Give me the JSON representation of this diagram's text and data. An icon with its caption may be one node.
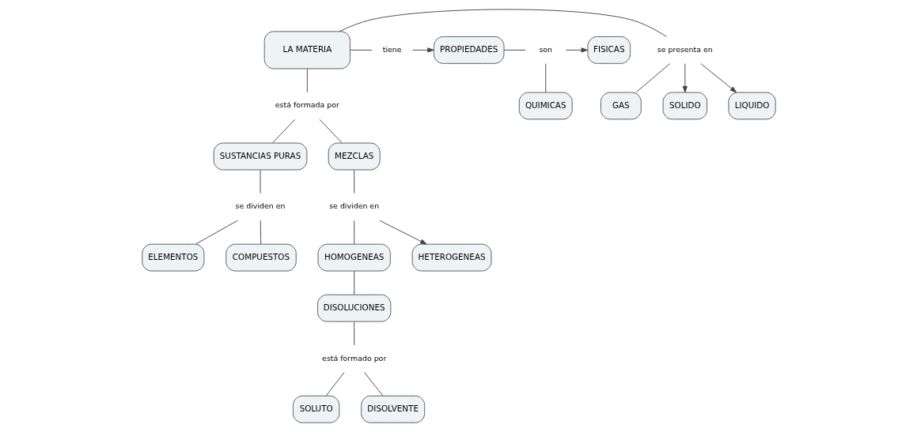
{
  "diagram": {
    "nodes": [
      {
        "text": [
          "SOLIDO"
        ]
      },
      {
        "text": [
          "se presenta en"
        ]
      },
      {
        "text": [
          "LA MATERIA"
        ]
      },
      {
        "text": [
          "tiene"
        ]
      },
      {
        "text": [
          "PROPIEDADES"
        ]
      },
      {
        "text": [
          "son"
        ]
      },
      {
        "text": [
          "FISICAS"
        ]
      },
      {
        "text": [
          "LIQUIDO"
        ]
      },
      {
        "text": [
          "QUIMICAS"
        ]
      },
      {
        "text": [
          "GAS"
        ]
      },
      {
        "text": [
          "está formada por"
        ]
      },
      {
        "text": [
          "SUSTANCIAS PURAS"
        ]
      },
      {
        "text": [
          "MEZCLAS"
        ]
      },
      {
        "text": [
          "se dividen en"
        ]
      },
      {
        "text": [
          "se dividen en"
        ]
      },
      {
        "text": [
          "ELEMENTOS"
        ]
      },
      {
        "text": [
          "COMPUESTOS"
        ]
      },
      {
        "text": [
          "HOMOGENEAS"
        ]
      },
      {
        "text": [
          "HETEROGENEAS"
        ]
      },
      {
        "text": [
          "DISOLUCIONES"
        ]
      },
      {
        "text": [
          "está formado por"
        ]
      },
      {
        "text": [
          "SOLUTO"
        ]
      },
      {
        "text": [
          "DISOLVENTE"
        ]
      }
    ],
    "edges": [
      {
        "from": 2,
        "to": 1,
        "arrow": "none"
      },
      {
        "from": 1,
        "to": 0,
        "arrow": "to"
      },
      {
        "from": 1,
        "to": 7,
        "arrow": "to"
      },
      {
        "from": 1,
        "to": 9,
        "arrow": "none"
      },
      {
        "from": 2,
        "to": 3,
        "arrow": "none"
      },
      {
        "from": 3,
        "to": 4,
        "arrow": "to"
      },
      {
        "from": 4,
        "to": 5,
        "arrow": "none"
      },
      {
        "from": 5,
        "to": 6,
        "arrow": "to"
      },
      {
        "from": 5,
        "to": 8,
        "arrow": "none"
      },
      {
        "from": 2,
        "to": 10,
        "arrow": "none"
      },
      {
        "from": 10,
        "to": 11,
        "arrow": "none"
      },
      {
        "from": 10,
        "to": 12,
        "arrow": "none"
      },
      {
        "from": 11,
        "to": 13,
        "arrow": "none"
      },
      {
        "from": 13,
        "to": 15,
        "arrow": "none"
      },
      {
        "from": 13,
        "to": 16,
        "arrow": "none"
      },
      {
        "from": 12,
        "to": 14,
        "arrow": "none"
      },
      {
        "from": 14,
        "to": 17,
        "arrow": "none"
      },
      {
        "from": 14,
        "to": 18,
        "arrow": "to"
      },
      {
        "from": 17,
        "to": 19,
        "arrow": "none"
      },
      {
        "from": 19,
        "to": 20,
        "arrow": "none"
      },
      {
        "from": 20,
        "to": 21,
        "arrow": "none"
      },
      {
        "from": 20,
        "to": 22,
        "arrow": "none"
      }
    ]
  }
}
